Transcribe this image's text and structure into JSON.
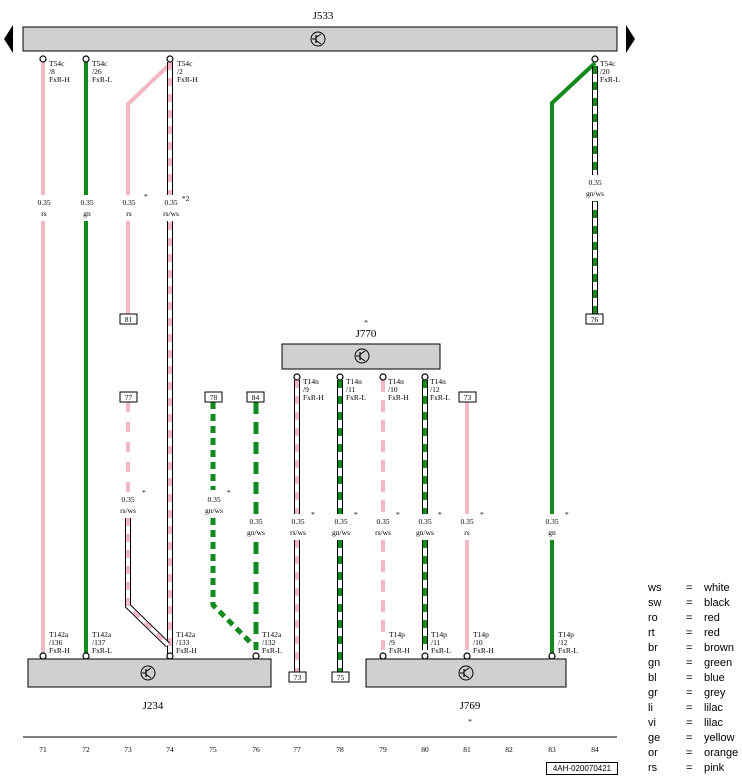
{
  "components": {
    "top": "J533",
    "middle": "J770",
    "bottom_left": "J234",
    "bottom_right": "J769"
  },
  "top_pins": [
    {
      "connector": "T54c",
      "pin": "/8",
      "signal": "FxR-H"
    },
    {
      "connector": "T54c",
      "pin": "/26",
      "signal": "FxR-L"
    },
    {
      "connector": "T54c",
      "pin": "/2",
      "signal": "FxR-H"
    },
    {
      "connector": "T54c",
      "pin": "/20",
      "signal": "FxR-L"
    }
  ],
  "mid_pins": [
    {
      "connector": "T14n",
      "pin": "/9",
      "signal": "FxR-H"
    },
    {
      "connector": "T14n",
      "pin": "/11",
      "signal": "FxR-L"
    },
    {
      "connector": "T14n",
      "pin": "/10",
      "signal": "FxR-H"
    },
    {
      "connector": "T14n",
      "pin": "/12",
      "signal": "FxR-L"
    }
  ],
  "bottom_pins": [
    {
      "connector": "T142a",
      "pin": "/136",
      "signal": "FxR-H"
    },
    {
      "connector": "T142a",
      "pin": "/137",
      "signal": "FxR-L"
    },
    {
      "connector": "T142a",
      "pin": "/133",
      "signal": "FxR-H"
    },
    {
      "connector": "T142a",
      "pin": "/132",
      "signal": "FxR-L"
    },
    {
      "connector": "T14p",
      "pin": "/9",
      "signal": "FxR-H"
    },
    {
      "connector": "T14p",
      "pin": "/11",
      "signal": "FxR-L"
    },
    {
      "connector": "T14p",
      "pin": "/10",
      "signal": "FxR-H"
    },
    {
      "connector": "T14p",
      "pin": "/12",
      "signal": "FxR-L"
    }
  ],
  "wire_labels": [
    {
      "size": "0.35",
      "color": "rs",
      "star": ""
    },
    {
      "size": "0.35",
      "color": "gn",
      "star": ""
    },
    {
      "size": "0.35",
      "color": "rs",
      "star": "*"
    },
    {
      "size": "0.35",
      "color": "rs/ws",
      "star": "*2"
    },
    {
      "size": "0.35",
      "color": "gn/ws",
      "star": ""
    },
    {
      "size": "0.35",
      "color": "rs/ws",
      "star": "*"
    },
    {
      "size": "0.35",
      "color": "gn/ws",
      "star": "*"
    },
    {
      "size": "0.35",
      "color": "gn/ws",
      "star": ""
    },
    {
      "size": "0.35",
      "color": "rs/ws",
      "star": "*"
    },
    {
      "size": "0.35",
      "color": "gn/ws",
      "star": "*"
    },
    {
      "size": "0.35",
      "color": "rs/ws",
      "star": "*"
    },
    {
      "size": "0.35",
      "color": "gn/ws",
      "star": "*"
    },
    {
      "size": "0.35",
      "color": "rs",
      "star": "*"
    },
    {
      "size": "0.35",
      "color": "gn",
      "star": "*"
    }
  ],
  "refs": [
    "81",
    "76",
    "77",
    "78",
    "84",
    "73",
    "73",
    "75"
  ],
  "track_numbers": [
    "71",
    "72",
    "73",
    "74",
    "75",
    "76",
    "77",
    "78",
    "79",
    "80",
    "81",
    "82",
    "83",
    "84"
  ],
  "star_marks": [
    "*",
    "*"
  ],
  "legend": [
    {
      "abbr": "ws",
      "eq": "=",
      "name": "white"
    },
    {
      "abbr": "sw",
      "eq": "=",
      "name": "black"
    },
    {
      "abbr": "ro",
      "eq": "=",
      "name": "red"
    },
    {
      "abbr": "rt",
      "eq": "=",
      "name": "red"
    },
    {
      "abbr": "br",
      "eq": "=",
      "name": "brown"
    },
    {
      "abbr": "gn",
      "eq": "=",
      "name": "green"
    },
    {
      "abbr": "bl",
      "eq": "=",
      "name": "blue"
    },
    {
      "abbr": "gr",
      "eq": "=",
      "name": "grey"
    },
    {
      "abbr": "li",
      "eq": "=",
      "name": "lilac"
    },
    {
      "abbr": "vi",
      "eq": "=",
      "name": "lilac"
    },
    {
      "abbr": "ge",
      "eq": "=",
      "name": "yellow"
    },
    {
      "abbr": "or",
      "eq": "=",
      "name": "orange"
    },
    {
      "abbr": "rs",
      "eq": "=",
      "name": "pink"
    }
  ],
  "footer_code": "4AH-020070421",
  "colors": {
    "pink": "#f4b8c4",
    "green": "#138a1c",
    "white": "#ffffff",
    "box_fill": "#d0d0d0"
  }
}
